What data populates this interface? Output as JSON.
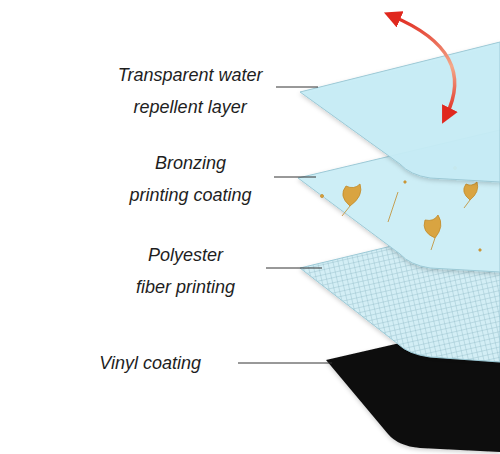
{
  "diagram": {
    "labels": [
      "Transparent water repellent layer",
      "Bronzing printing coating",
      "Polyester fiber printing",
      "Vinyl coating"
    ]
  }
}
